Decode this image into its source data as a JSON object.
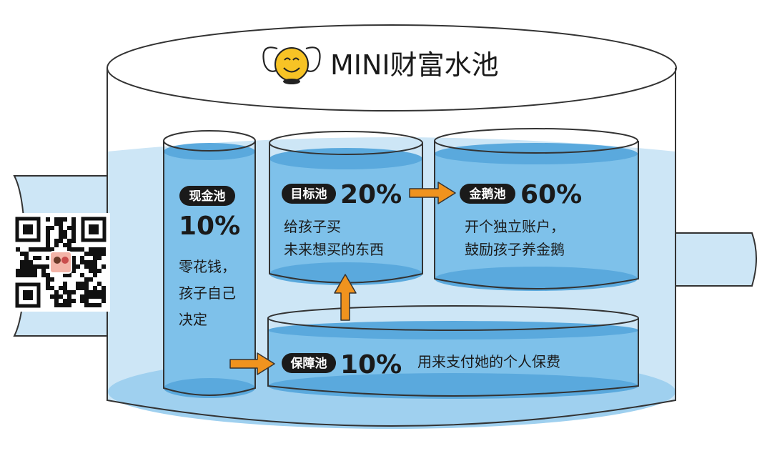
{
  "title": "MINI财富水池",
  "colors": {
    "water_light": "#cde6f6",
    "water_mid": "#7ec1ea",
    "water_deep": "#5aa9dd",
    "arrow": "#f0931e",
    "pill": "#1a1a1a",
    "bee": "#f7c325"
  },
  "pools": {
    "cash": {
      "name": "现金池",
      "percent": "10%",
      "desc_line1": "零花钱，",
      "desc_line2": "孩子自己",
      "desc_line3": "决定"
    },
    "goal": {
      "name": "目标池",
      "percent": "20%",
      "desc_line1": "给孩子买",
      "desc_line2": "未来想买的东西"
    },
    "goose": {
      "name": "金鹅池",
      "percent": "60%",
      "desc_line1": "开个独立账户，",
      "desc_line2": "鼓励孩子养金鹅"
    },
    "protect": {
      "name": "保障池",
      "percent": "10%",
      "desc_line1": "用来支付她的个人保费"
    }
  },
  "icons": {
    "logo": "smiling-bee-icon",
    "qr": "qr-code-icon",
    "arrow": "arrow-icon"
  }
}
